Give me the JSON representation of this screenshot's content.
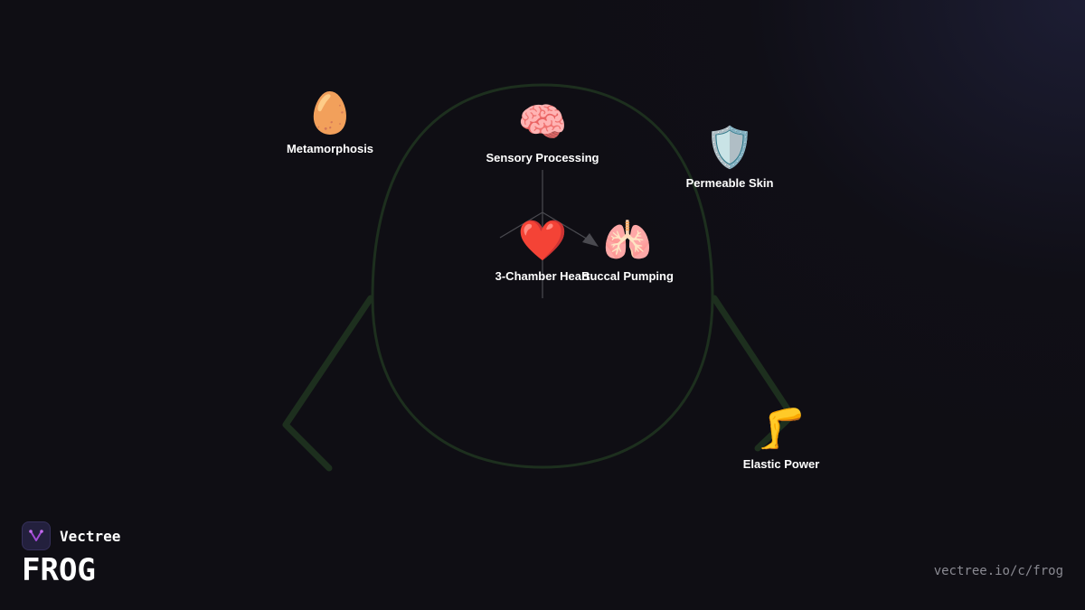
{
  "diagram": {
    "nodes": [
      {
        "id": "metamorphosis",
        "icon": "egg-icon",
        "glyph": "🥚",
        "label": "Metamorphosis"
      },
      {
        "id": "sensory",
        "icon": "brain-icon",
        "glyph": "🧠",
        "label": "Sensory Processing"
      },
      {
        "id": "skin",
        "icon": "shield-icon",
        "glyph": "🛡️",
        "label": "Permeable Skin"
      },
      {
        "id": "heart",
        "icon": "heart-icon",
        "glyph": "❤️",
        "label": "3-Chamber Heart"
      },
      {
        "id": "buccal",
        "icon": "lungs-icon",
        "glyph": "🫁",
        "label": "Buccal Pumping"
      },
      {
        "id": "elastic",
        "icon": "leg-icon",
        "glyph": "🦵",
        "label": "Elastic Power"
      }
    ],
    "colors": {
      "body_outline": "#1d2f1e",
      "connector": "#4a4a50",
      "background": "#0f0e14"
    }
  },
  "brand": {
    "name": "Vectree",
    "title": "FROG",
    "url": "vectree.io/c/frog",
    "accent": "#a24bd6"
  }
}
